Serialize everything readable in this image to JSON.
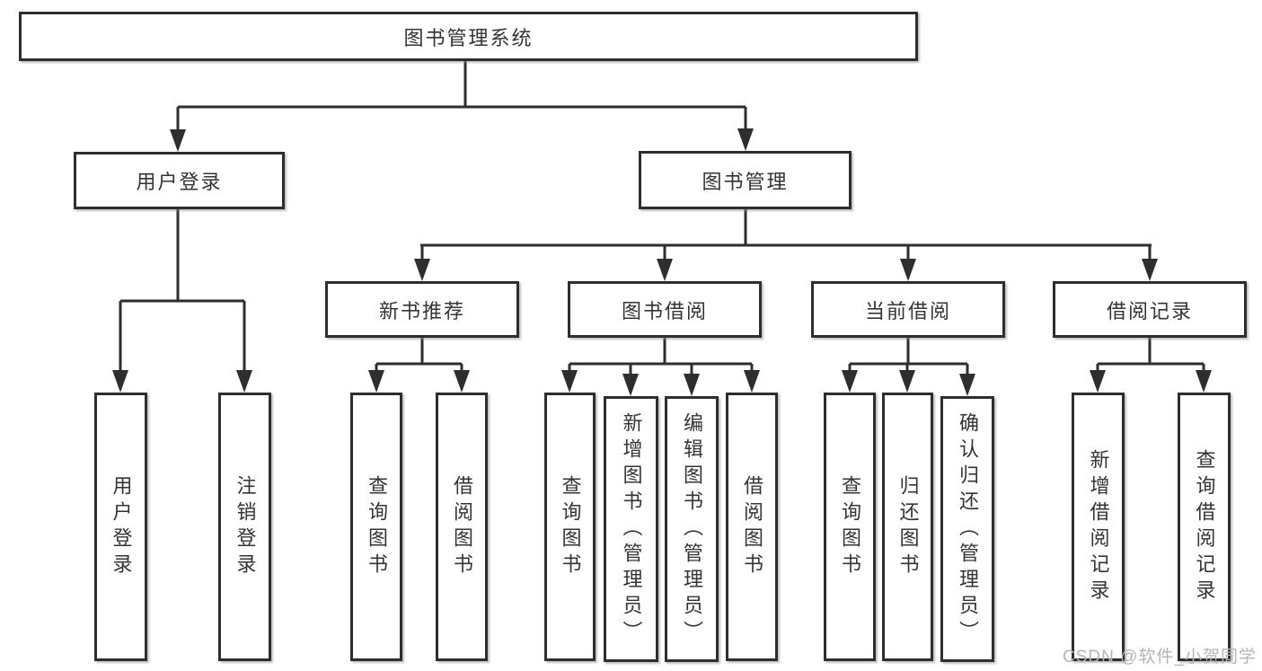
{
  "diagram": {
    "root": {
      "label": "图书管理系统"
    },
    "level2": [
      {
        "label": "用户登录"
      },
      {
        "label": "图书管理"
      }
    ],
    "level3": [
      {
        "label": "新书推荐"
      },
      {
        "label": "图书借阅"
      },
      {
        "label": "当前借阅"
      },
      {
        "label": "借阅记录"
      }
    ],
    "leaves": [
      {
        "label": "用户登录",
        "parent": "用户登录"
      },
      {
        "label": "注销登录",
        "parent": "用户登录"
      },
      {
        "label": "查询图书",
        "parent": "新书推荐"
      },
      {
        "label": "借阅图书",
        "parent": "新书推荐"
      },
      {
        "label": "查询图书",
        "parent": "图书借阅"
      },
      {
        "label": "新增图书（管理员）",
        "parent": "图书借阅"
      },
      {
        "label": "编辑图书（管理员）",
        "parent": "图书借阅"
      },
      {
        "label": "借阅图书",
        "parent": "图书借阅"
      },
      {
        "label": "查询图书",
        "parent": "当前借阅"
      },
      {
        "label": "归还图书",
        "parent": "当前借阅"
      },
      {
        "label": "确认归还（管理员）",
        "parent": "当前借阅"
      },
      {
        "label": "新增借阅记录",
        "parent": "借阅记录"
      },
      {
        "label": "查询借阅记录",
        "parent": "借阅记录"
      }
    ]
  },
  "watermark": {
    "text": "CSDN @软件_小贺同学"
  },
  "colors": {
    "line": "#2e2e2e",
    "text": "#343434",
    "box_background": "#ffffff",
    "watermark": "#b5b5b5"
  }
}
